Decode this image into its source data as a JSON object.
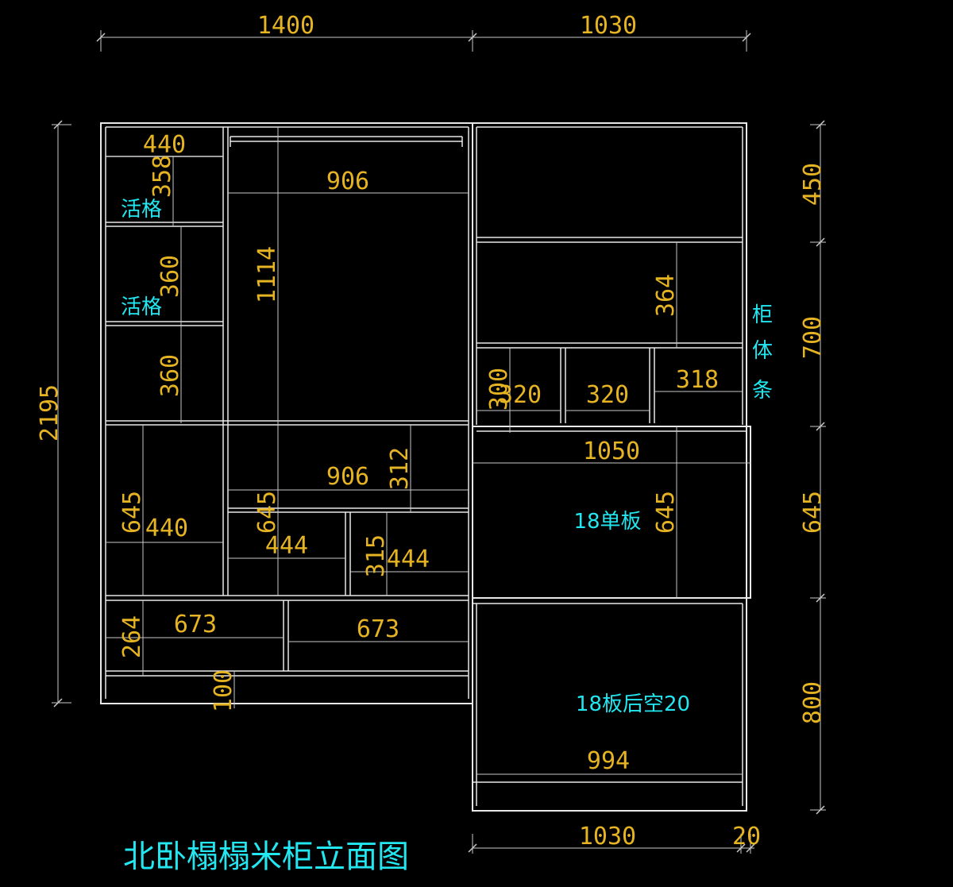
{
  "title": "北卧榻榻米柜立面图",
  "colors": {
    "background": "#000000",
    "lines": "#e8e8e8",
    "dimension_text": "#e6b422",
    "notes": "#22e6f0"
  },
  "overall": {
    "top_left_width": "1400",
    "top_right_width": "1030",
    "total_height": "2195"
  },
  "right_side_heights": [
    "450",
    "700",
    "645",
    "800"
  ],
  "bottom": {
    "width": "1030",
    "gap": "20"
  },
  "left_column": {
    "top_width": "440",
    "cell1_height": "358",
    "cell2_height": "360",
    "cell3_height": "360",
    "note1": "活格",
    "note2": "活格",
    "lower_height": "645",
    "lower_width": "440"
  },
  "center_column": {
    "hanging_width": "906",
    "hanging_height": "1114",
    "shelf_width": "906",
    "shelf_height": "312",
    "lower_left_height": "645",
    "lower_left_width": "444",
    "lower_right_height": "315",
    "lower_right_width": "444"
  },
  "drawers": {
    "left_width": "673",
    "right_width": "673",
    "height": "264",
    "plinth": "100"
  },
  "right_column": {
    "upper_shelf_height": "364",
    "small_height": "300",
    "small1_width": "320",
    "small2_width": "320",
    "small3_width": "318",
    "strip_note": [
      "柜",
      "体",
      "条"
    ],
    "desk_width": "1050",
    "desk_height": "645",
    "desk_note": "18单板",
    "base_note": "18板后空20",
    "base_width": "994"
  }
}
